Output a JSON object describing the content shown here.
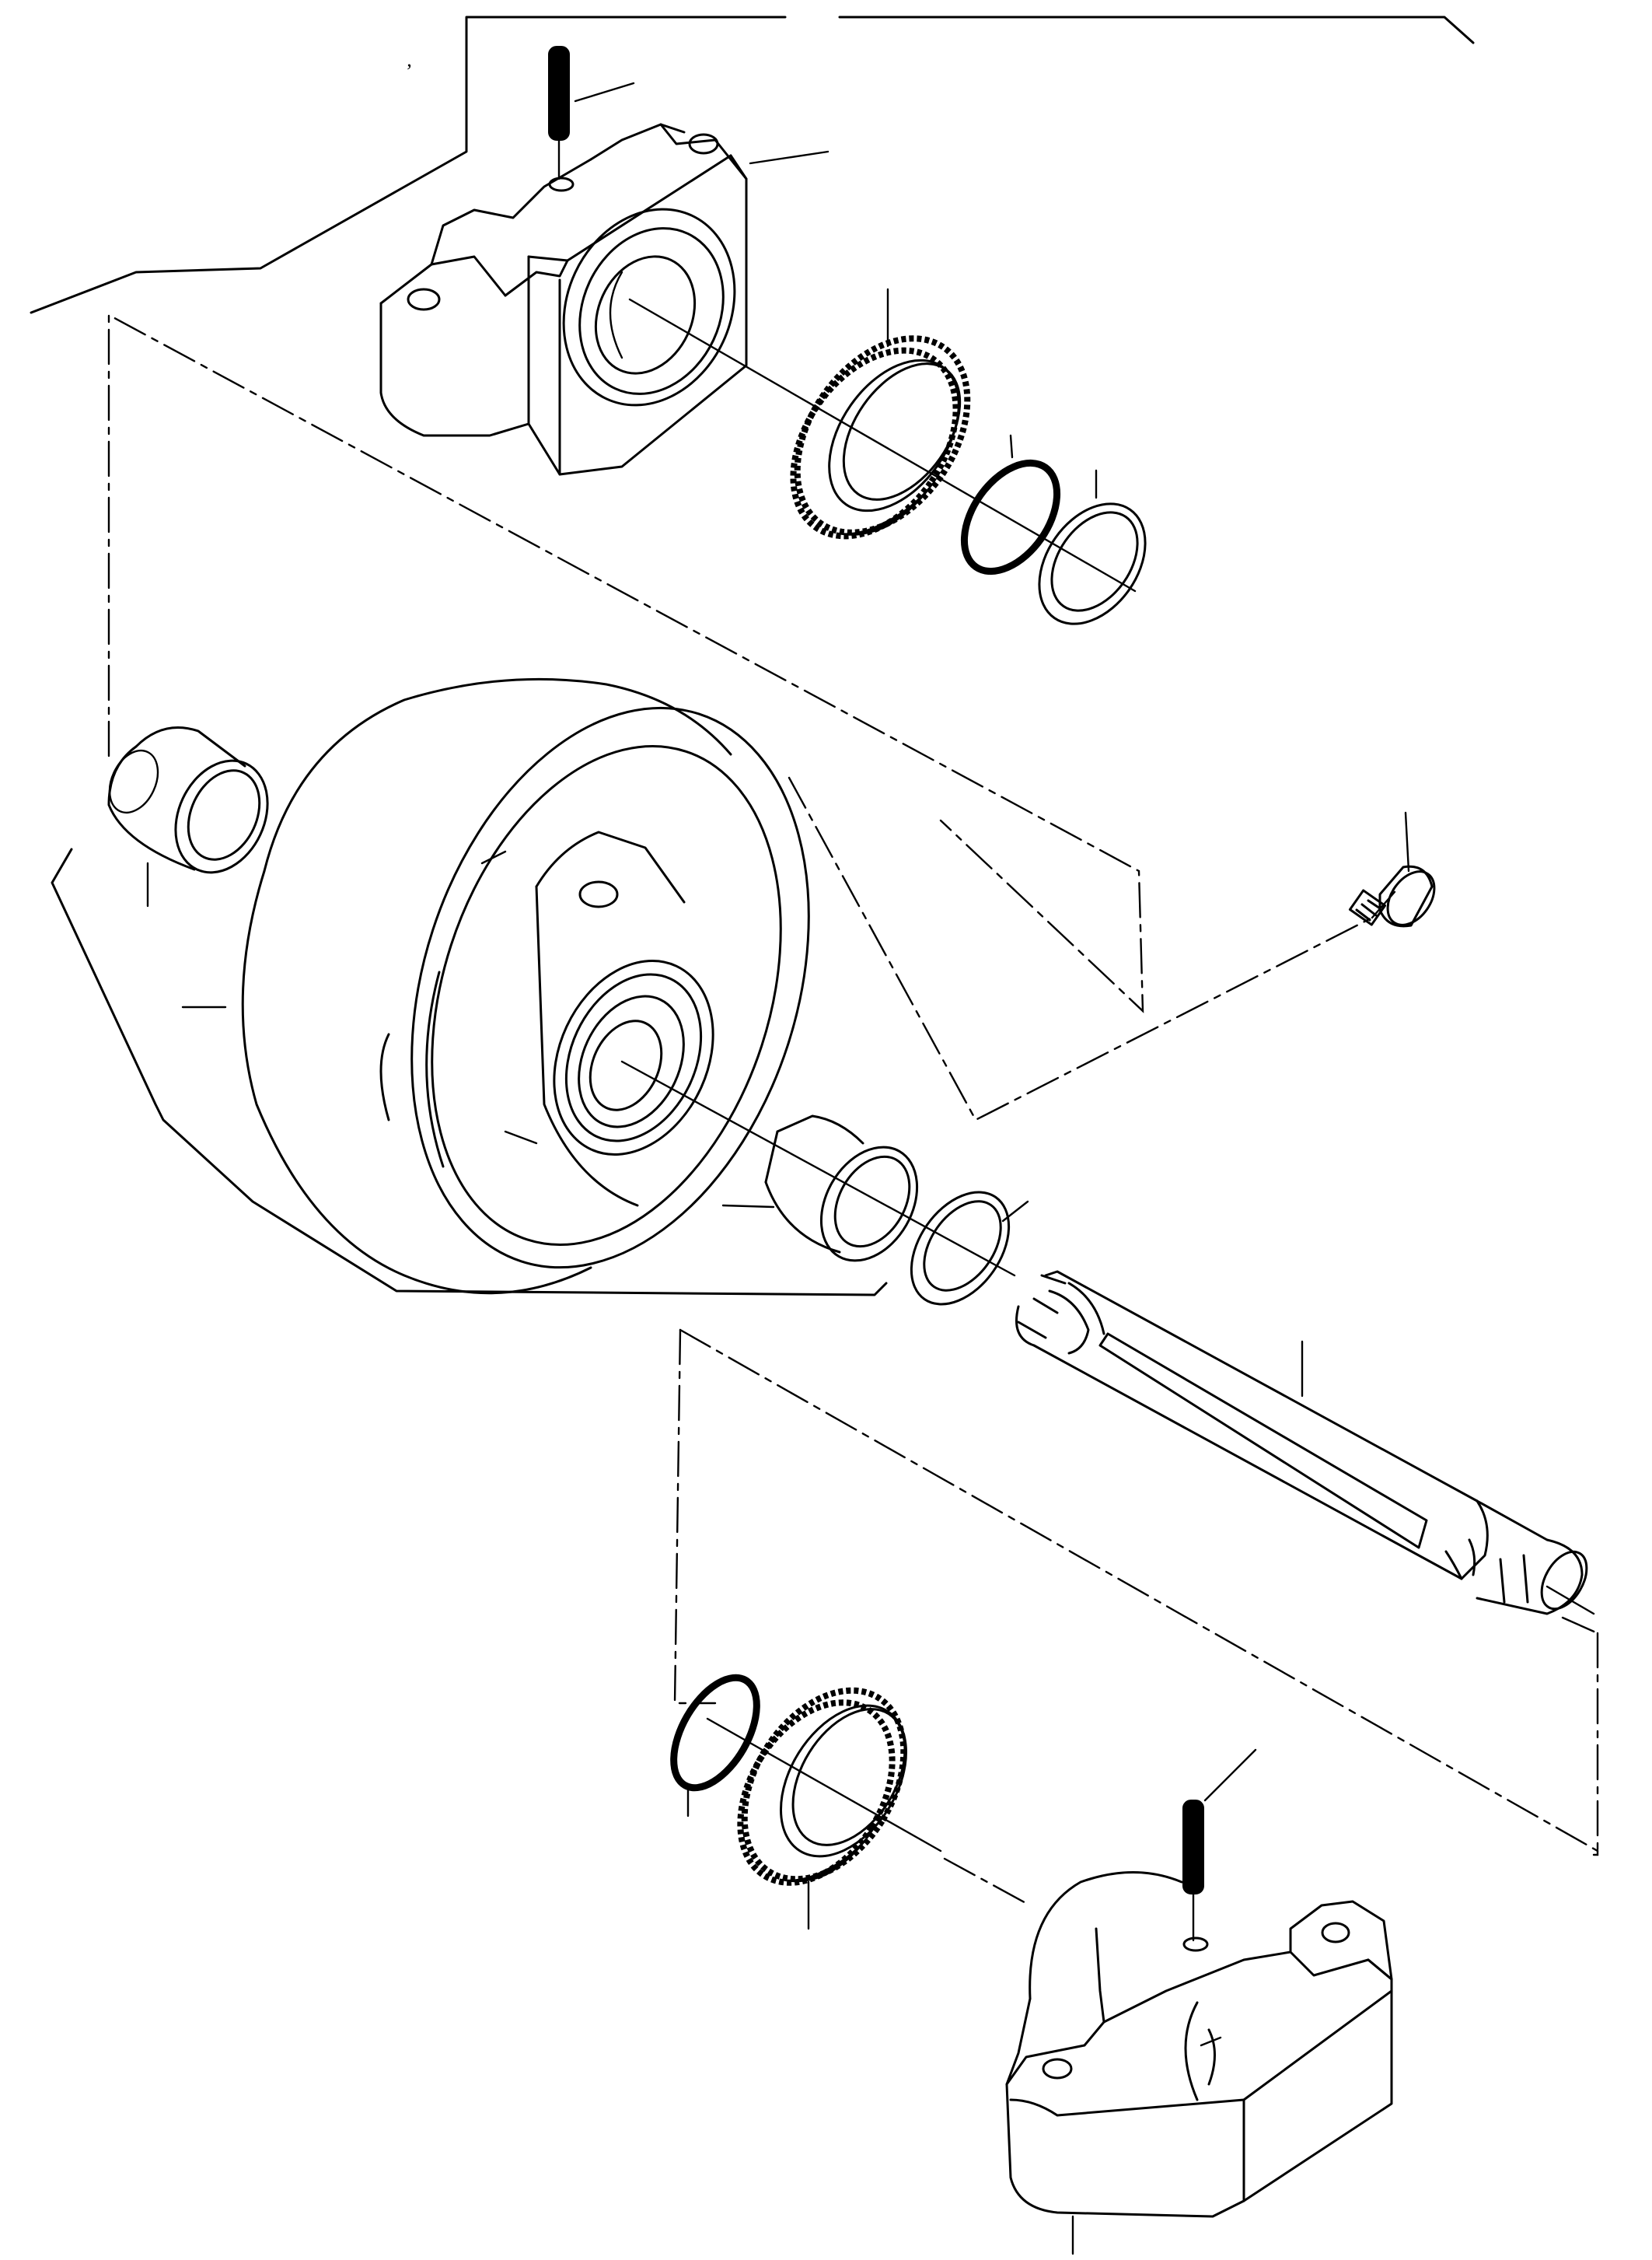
{
  "figure": {
    "type": "exploded-view parts diagram",
    "callout_labels": [],
    "stray_mark": "’"
  },
  "parts": [
    "upper-bearing-housing",
    "upper-roll-pin",
    "upper-floating-seal",
    "upper-o-ring",
    "upper-thrust-washer",
    "roller-wheel",
    "left-bushing",
    "right-bushing",
    "lower-thrust-washer",
    "roller-shaft",
    "plug",
    "lower-o-ring",
    "lower-floating-seal",
    "lower-bearing-housing",
    "lower-roll-pin"
  ],
  "colors": {
    "ink": "#000000",
    "paper": "#ffffff"
  }
}
